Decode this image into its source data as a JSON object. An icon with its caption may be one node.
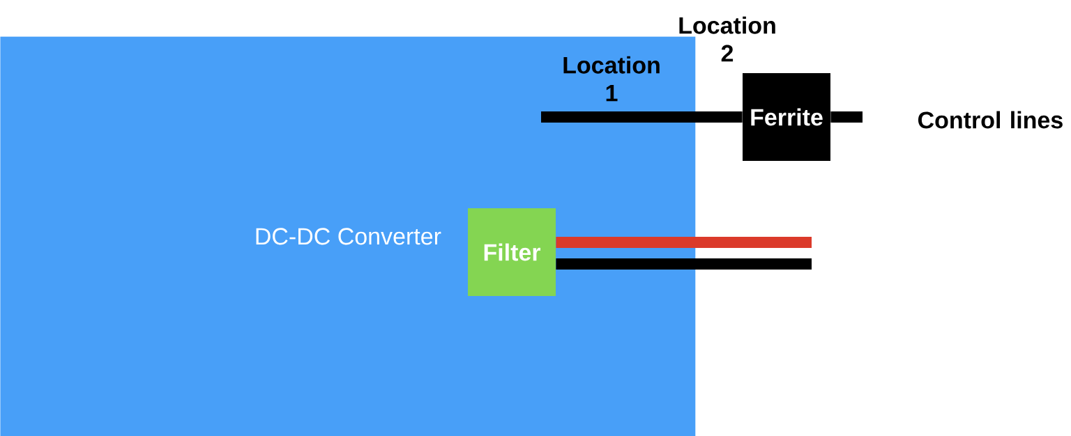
{
  "diagram": {
    "nodes": [
      {
        "text": [
          "DC-DC Converter"
        ]
      },
      {
        "text": [
          "Filter"
        ],
        "in": 0
      },
      {
        "text": [
          "Ferrite"
        ]
      }
    ],
    "edges": [
      {
        "from": null,
        "to": 2,
        "arrow": "none"
      },
      {
        "from": 2,
        "to": null,
        "arrow": "none"
      },
      {
        "from": 1,
        "to": null,
        "arrow": "none",
        "color": "#db3a2a"
      },
      {
        "from": 1,
        "to": null,
        "arrow": "none"
      }
    ],
    "labels": [
      "Location 2",
      "Location 1",
      "Control lines"
    ]
  }
}
